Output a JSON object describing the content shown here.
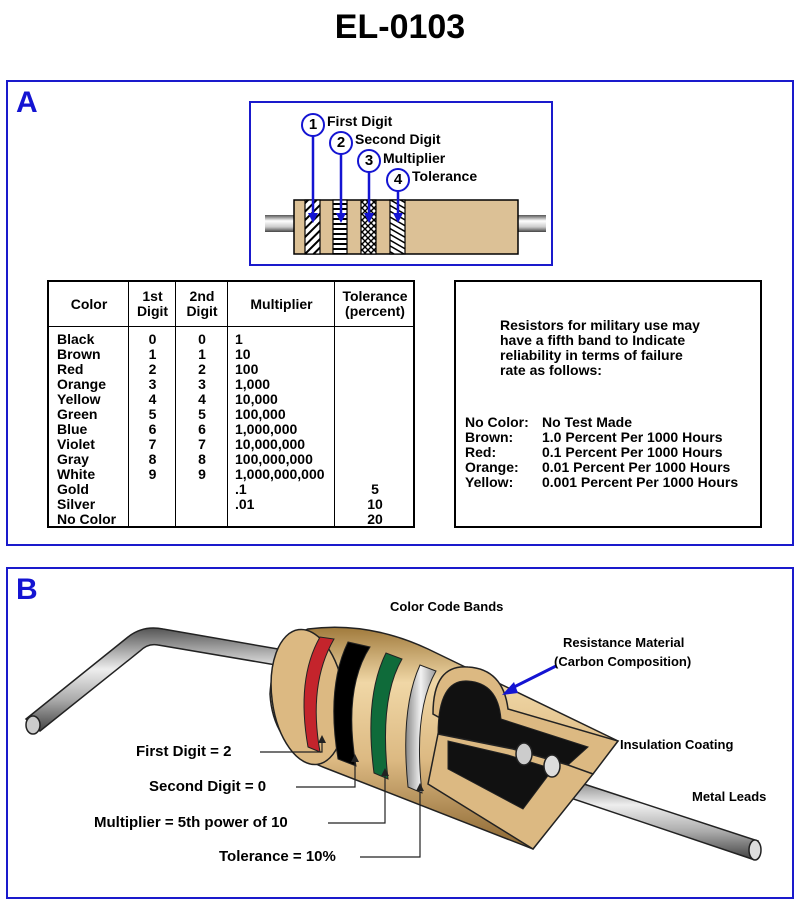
{
  "title": "EL-0103",
  "panel_a": {
    "letter": "A",
    "band_labels": [
      {
        "number": "1",
        "label": "First Digit"
      },
      {
        "number": "2",
        "label": "Second Digit"
      },
      {
        "number": "3",
        "label": "Multiplier"
      },
      {
        "number": "4",
        "label": "Tolerance"
      }
    ],
    "table": {
      "headers": {
        "color": "Color",
        "first_digit": [
          "1st",
          "Digit"
        ],
        "second_digit": [
          "2nd",
          "Digit"
        ],
        "multiplier": "Multiplier",
        "tolerance": [
          "Tolerance",
          "(percent)"
        ]
      },
      "rows": [
        {
          "color": "Black",
          "first": "0",
          "second": "0",
          "multiplier": "1",
          "tolerance": ""
        },
        {
          "color": "Brown",
          "first": "1",
          "second": "1",
          "multiplier": "10",
          "tolerance": ""
        },
        {
          "color": "Red",
          "first": "2",
          "second": "2",
          "multiplier": "100",
          "tolerance": ""
        },
        {
          "color": "Orange",
          "first": "3",
          "second": "3",
          "multiplier": "1,000",
          "tolerance": ""
        },
        {
          "color": "Yellow",
          "first": "4",
          "second": "4",
          "multiplier": "10,000",
          "tolerance": ""
        },
        {
          "color": "Green",
          "first": "5",
          "second": "5",
          "multiplier": "100,000",
          "tolerance": ""
        },
        {
          "color": "Blue",
          "first": "6",
          "second": "6",
          "multiplier": "1,000,000",
          "tolerance": ""
        },
        {
          "color": "Violet",
          "first": "7",
          "second": "7",
          "multiplier": "10,000,000",
          "tolerance": ""
        },
        {
          "color": "Gray",
          "first": "8",
          "second": "8",
          "multiplier": "100,000,000",
          "tolerance": ""
        },
        {
          "color": "White",
          "first": "9",
          "second": "9",
          "multiplier": "1,000,000,000",
          "tolerance": ""
        },
        {
          "color": "Gold",
          "first": "",
          "second": "",
          "multiplier": ".1",
          "tolerance": "5"
        },
        {
          "color": "Silver",
          "first": "",
          "second": "",
          "multiplier": ".01",
          "tolerance": "10"
        },
        {
          "color": "No Color",
          "first": "",
          "second": "",
          "multiplier": "",
          "tolerance": "20"
        }
      ]
    },
    "reliability": {
      "intro": [
        "Resistors for military use may",
        "have a fifth band to Indicate",
        "reliability in terms of failure",
        "rate as follows:"
      ],
      "rows": [
        {
          "color": "No Color:",
          "rate": "No Test Made"
        },
        {
          "color": "Brown:",
          "rate": "1.0 Percent Per 1000 Hours"
        },
        {
          "color": "Red:",
          "rate": "0.1 Percent Per 1000 Hours"
        },
        {
          "color": "Orange:",
          "rate": "0.01 Percent Per 1000 Hours"
        },
        {
          "color": "Yellow:",
          "rate": "0.001 Percent Per 1000 Hours"
        }
      ]
    }
  },
  "panel_b": {
    "letter": "B",
    "labels": {
      "color_code_bands": "Color Code Bands",
      "resistance_material": [
        "Resistance Material",
        "(Carbon Composition)"
      ],
      "insulation_coating": "Insulation Coating",
      "metal_leads": "Metal Leads"
    },
    "callouts": [
      "First Digit = 2",
      "Second Digit = 0",
      "Multiplier = 5th power of 10",
      "Tolerance = 10%"
    ],
    "colors": {
      "body": "#dcb982",
      "band_red": "#c4242c",
      "band_black": "#000000",
      "band_green": "#0f6b3a",
      "band_silver": "#c8c8c8",
      "accent_blue": "#1414d2"
    }
  }
}
